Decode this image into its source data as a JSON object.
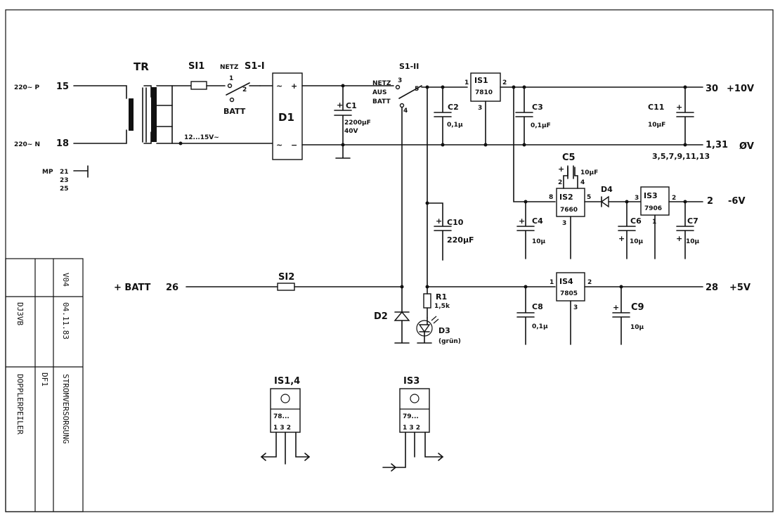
{
  "inputs": {
    "p_label": "220~ P",
    "p_pin": "15",
    "n_label": "220~ N",
    "n_pin": "18",
    "mp_label": "MP",
    "mp_pins": [
      "21",
      "23",
      "25"
    ],
    "batt_label": "+ BATT",
    "batt_pin": "26"
  },
  "components": {
    "tr": "TR",
    "si1": "SI1",
    "si2": "SI2",
    "s1_1": "S1-I",
    "s1_2": "S1-II",
    "netz": "NETZ",
    "batt": "BATT",
    "aus": "AUS",
    "sw_pin1": "1",
    "sw_pin2": "2",
    "sw2_pin3": "3",
    "sw2_pin5": "5",
    "sw2_pin4": "4",
    "ac_voltage": "12...15V~",
    "d1": "D1",
    "d2": "D2",
    "d3": "D3",
    "d3_note": "(grün)",
    "d4": "D4",
    "c1": "C1",
    "c1_val": "2200μF",
    "c1_volt": "40V",
    "c2": "C2",
    "c2_val": "0,1μ",
    "c3": "C3",
    "c3_val": "0,1μF",
    "c4": "C4",
    "c4_val": "10μ",
    "c5": "C5",
    "c5_val": "10μF",
    "c6": "C6",
    "c6_val": "10μ",
    "c7": "C7",
    "c7_val": "10μ",
    "c8": "C8",
    "c8_val": "0,1μ",
    "c9": "C9",
    "c9_val": "10μ",
    "c10": "C10",
    "c10_val": "220μF",
    "c11": "C11",
    "c11_val": "10μF",
    "r1": "R1",
    "r1_val": "1,5k",
    "is1": "IS1",
    "is1_type": "7810",
    "is2": "IS2",
    "is2_type": "7660",
    "is3": "IS3",
    "is3_type": "7906",
    "is4": "IS4",
    "is4_type": "7805",
    "pin1": "1",
    "pin2": "2",
    "pin3": "3",
    "pin4": "4",
    "pin5": "5",
    "pin8": "8"
  },
  "outputs": {
    "v10_pin": "30",
    "v10": "+10V",
    "gnd_pins": "1,31",
    "gnd_pins2": "3,5,7,9,11,13",
    "gnd": "ØV",
    "vm6_pin": "2",
    "vm6": "-6V",
    "v5_pin": "28",
    "v5": "+5V"
  },
  "packages": [
    {
      "label": "IS1,4",
      "type": "78...",
      "pins": "1 3 2"
    },
    {
      "label": "IS3",
      "type": "79...",
      "pins": "1 3 2"
    }
  ],
  "title_block": {
    "version": "V04",
    "date": "04.11.83",
    "author": "DJ3VB",
    "drawing_no": "DF1",
    "title": "STROMVERSORGUNG",
    "project": "DOPPLERPEILER"
  }
}
